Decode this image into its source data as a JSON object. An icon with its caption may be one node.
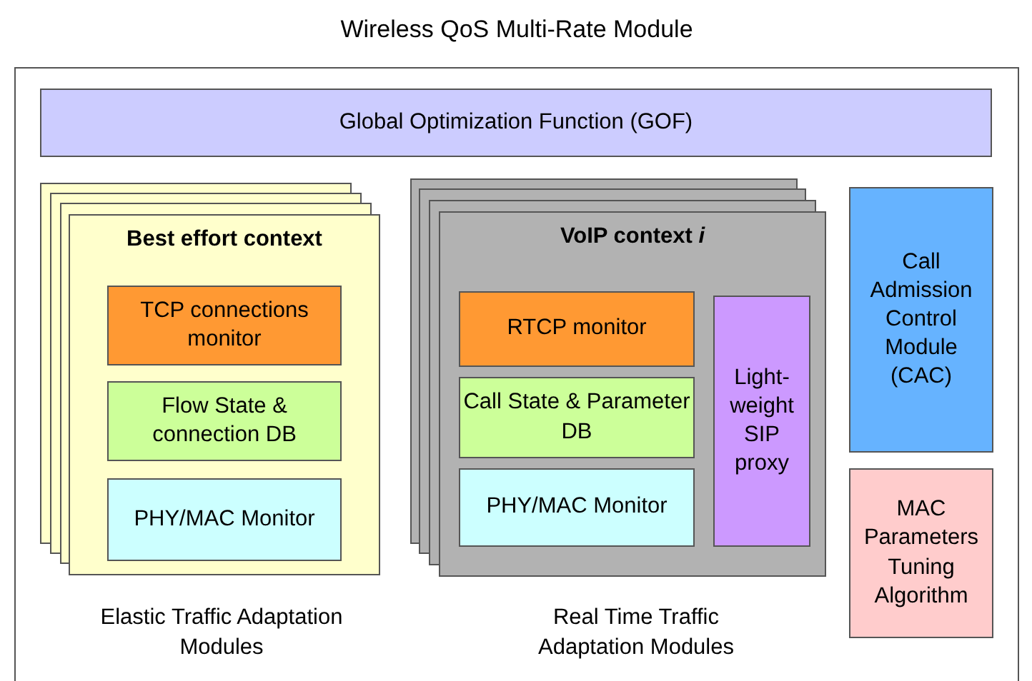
{
  "diagram": {
    "nodes": [
      {
        "text": [
          "Wireless QoS Multi-Rate Module"
        ]
      },
      {
        "text": [
          "Global Optimization Function (GOF)"
        ],
        "in": 0
      },
      {
        "text": [
          "Best effort context"
        ],
        "in": 0,
        "beside": [
          "Elastic Traffic Adaptation Modules"
        ]
      },
      {
        "text": [
          "TCP connections monitor"
        ],
        "in": 2
      },
      {
        "text": [
          "Flow State & connection DB"
        ],
        "in": 2
      },
      {
        "text": [
          "PHY/MAC Monitor"
        ],
        "in": 2
      },
      {
        "text": [
          "VoIP context *i*"
        ],
        "in": 0,
        "beside": [
          "Real Time Traffic Adaptation Modules"
        ]
      },
      {
        "text": [
          "RTCP monitor"
        ],
        "in": 6
      },
      {
        "text": [
          "Call State & Parameter DB"
        ],
        "in": 6
      },
      {
        "text": [
          "PHY/MAC Monitor"
        ],
        "in": 6
      },
      {
        "text": [
          "Light-weight SIP proxy"
        ],
        "in": 6
      },
      {
        "text": [
          "Call Admission Control Module (CAC)"
        ],
        "in": 0
      },
      {
        "text": [
          "MAC Parameters Tuning Algorithm"
        ],
        "in": 0
      }
    ]
  }
}
